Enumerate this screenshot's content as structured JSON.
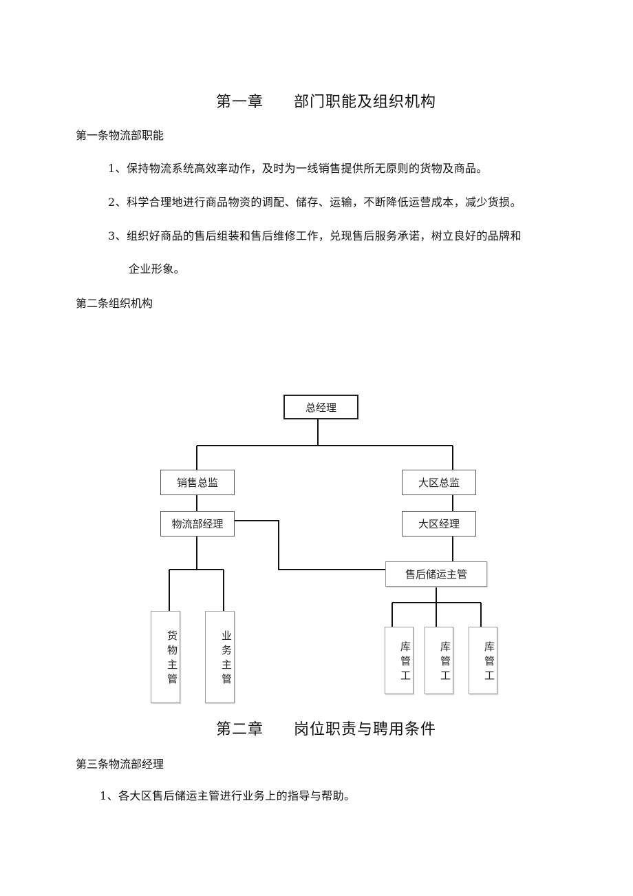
{
  "chapter1": {
    "num": "第一章",
    "title": "部门职能及组织机构"
  },
  "article1": {
    "title": "第一条物流部职能",
    "items": [
      "1、保持物流系统高效率动作，及时为一线销售提供所无原则的货物及商品。",
      "2、科学合理地进行商品物资的调配、储存、运输，不断降低运营成本，减少货损。",
      "3、组织好商品的售后组装和售后维修工作，兑现售后服务承诺，树立良好的品牌和",
      "企业形象。"
    ]
  },
  "article2": {
    "title": "第二条组织机构"
  },
  "org": {
    "ceo": "总经理",
    "sales_director": "销售总监",
    "region_director": "大区总监",
    "logistics_manager": "物流部经理",
    "region_manager": "大区经理",
    "aftersales_supervisor": "售后储运主管",
    "goods_supervisor": "货物主管",
    "business_supervisor": "业务主管",
    "warehouse_workers": [
      "库管工",
      "库管工",
      "库管工"
    ]
  },
  "chapter2": {
    "num": "第二章",
    "title": "岗位职责与聘用条件"
  },
  "article3": {
    "title": "第三条物流部经理",
    "items": [
      "1、各大区售后储运主管进行业务上的指导与帮助。"
    ]
  }
}
